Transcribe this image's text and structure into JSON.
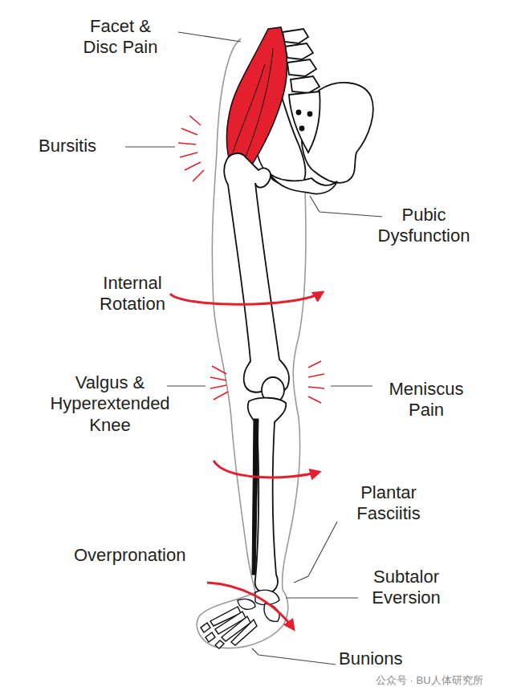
{
  "diagram": {
    "labels": [
      "Facet & Disc Pain",
      "Bursitis",
      "Pubic Dysfunction",
      "Internal Rotation",
      "Valgus & Hyperextended Knee",
      "Meniscus Pain",
      "Plantar Fasciitis",
      "Overpronation",
      "Subtalor Eversion",
      "Bunions",
      "公众号 · BU人体研究所"
    ]
  }
}
